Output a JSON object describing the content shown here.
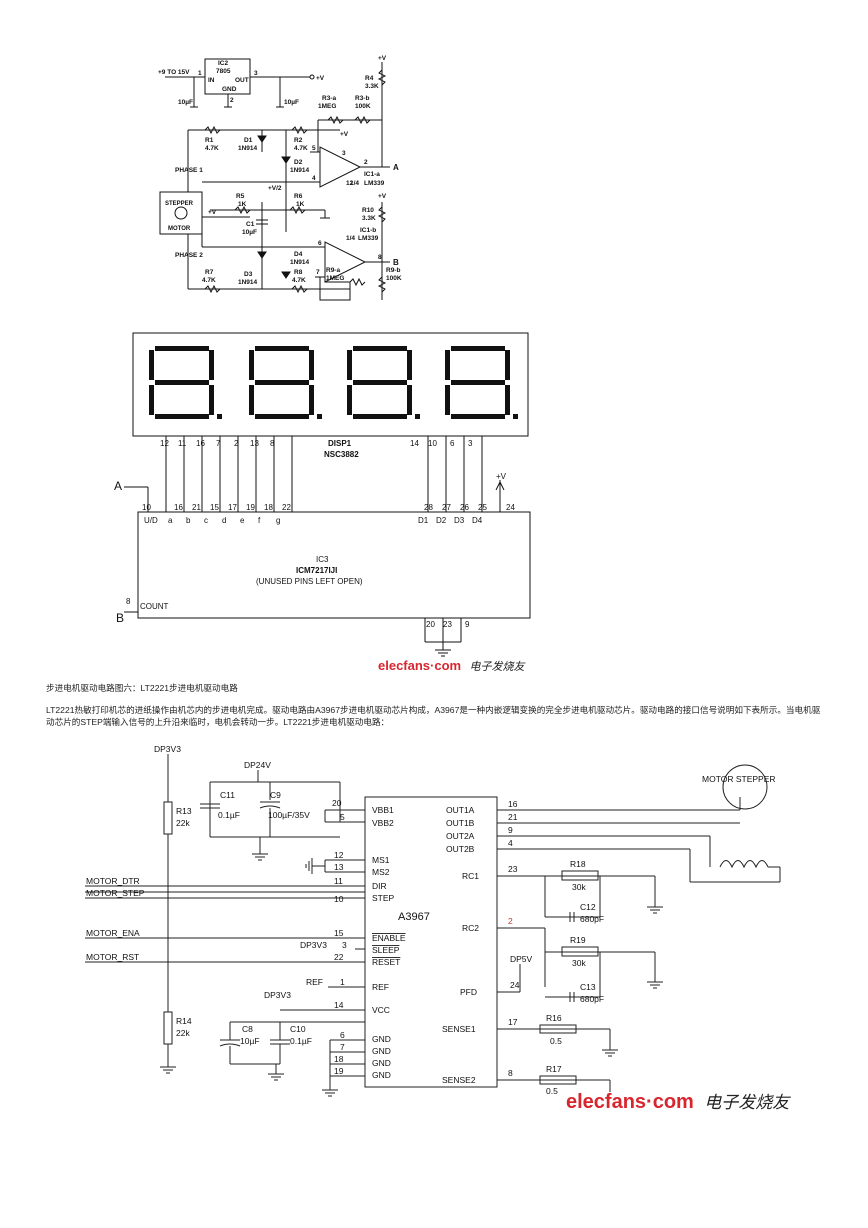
{
  "circuit1": {
    "ic2": "IC2",
    "ic2_part": "7805",
    "pin_in": "IN",
    "pin_out": "OUT",
    "pin_gnd": "GND",
    "pin1": "1",
    "pin2": "2",
    "pin3": "3",
    "supply_in": "+9 TO 15V",
    "supply_out": "+V",
    "cap_in": "10µF",
    "cap_out": "10µF",
    "r4": "R4",
    "r4_val": "3.3K",
    "r3a": "R3-a",
    "r3a_val": "1MEG",
    "r3b": "R3-b",
    "r3b_val": "100K",
    "r1": "R1",
    "r1_val": "4.7K",
    "d1": "D1",
    "d1_part": "1N914",
    "r2": "R2",
    "r2_val": "4.7K",
    "d2": "D2",
    "d2_part": "1N914",
    "phase1": "PHASE 1",
    "half_v": "+V/2",
    "r5": "R5",
    "r5_val": "1K",
    "r6": "R6",
    "r6_val": "1K",
    "motor_top": "STEPPER",
    "motor_bottom": "MOTOR",
    "plus_v": "+V",
    "c1": "C1",
    "c1_val": "10µF",
    "phase2": "PHASE 2",
    "d4": "D4",
    "d4_part": "1N914",
    "r7": "R7",
    "r7_val": "4.7K",
    "d3": "D3",
    "d3_part": "1N914",
    "r8": "R8",
    "r8_val": "4.7K",
    "r9a": "R9-a",
    "r9a_val": "1MEG",
    "r9b": "R9-b",
    "r9b_val": "100K",
    "r10": "R10",
    "r10_val": "3.3K",
    "ic1a": "IC1-a",
    "ic1a_part": "LM339",
    "ic1a_frac": "1/4",
    "ic1b": "IC1-b",
    "ic1b_frac": "1/4",
    "ic1b_part": "LM339",
    "out_a": "A",
    "out_b": "B",
    "pin5": "5",
    "pin4": "4",
    "pin12": "12",
    "pin6": "6",
    "pin7": "7",
    "pin8": "8",
    "pin2b": "2",
    "pin3b": "3"
  },
  "circuit2": {
    "disp": "DISP1",
    "disp_part": "NSC3882",
    "ic3": "IC3",
    "ic3_part": "ICM7217IJI",
    "ic3_note": "(UNUSED PINS LEFT OPEN)",
    "top_pins": [
      "12",
      "11",
      "16",
      "7",
      "2",
      "13",
      "8"
    ],
    "top_pins_right": [
      "14",
      "10",
      "6",
      "3"
    ],
    "bottom_pins": [
      "10",
      "16",
      "21",
      "15",
      "17",
      "19",
      "18",
      "22"
    ],
    "bottom_pins_right": [
      "28",
      "27",
      "26",
      "25",
      "24"
    ],
    "pin_labels": [
      "U/D",
      "a",
      "b",
      "c",
      "d",
      "e",
      "f",
      "g"
    ],
    "pin_labels_right": [
      "D1",
      "D2",
      "D3",
      "D4"
    ],
    "input_a": "A",
    "input_b": "B",
    "count": "COUNT",
    "count_pin": "8",
    "plus_v": "+V",
    "gnd_pins": [
      "20",
      "23",
      "9"
    ]
  },
  "watermark1": {
    "brand": "elecfans·com",
    "cn": "电子发烧友"
  },
  "caption": {
    "title": "步进电机驱动电路图六：LT2221步进电机驱动电路",
    "body": "LT2221热敏打印机芯的进纸操作由机芯内的步进电机完成。驱动电路由A3967步进电机驱动芯片构成，A3967是一种内嵌逻辑变换的完全步进电机驱动芯片。驱动电路的接口信号说明如下表所示。当电机驱动芯片的STEP端输入信号的上升沿来临时，电机会转动一步。LT2221步进电机驱动电路："
  },
  "circuit3": {
    "chip": "A3967",
    "dp3v3_top": "DP3V3",
    "dp24v": "DP24V",
    "r13": "R13",
    "r13_val": "22k",
    "c11": "C11",
    "c11_val": "0.1µF",
    "c9": "C9",
    "c9_val": "100µF/35V",
    "motor": "MOTOR STEPPER",
    "left_pins": [
      "VBB1",
      "VBB2",
      "MS1",
      "MS2",
      "DIR",
      "STEP",
      "ENABLE",
      "SLEEP",
      "RESET",
      "REF",
      "VCC",
      "GND",
      "GND",
      "GND",
      "GND"
    ],
    "left_nums": [
      "20",
      "5",
      "12",
      "13",
      "11",
      "10",
      "15",
      "3",
      "22",
      "1",
      "14",
      "6",
      "7",
      "18",
      "19"
    ],
    "right_pins": [
      "OUT1A",
      "OUT1B",
      "OUT2A",
      "OUT2B",
      "RC1",
      "RC2",
      "PFD",
      "SENSE1",
      "SENSE2"
    ],
    "right_nums": [
      "16",
      "21",
      "9",
      "4",
      "23",
      "2",
      "24",
      "17",
      "8"
    ],
    "sig_dtr": "MOTOR_DTR",
    "sig_step": "MOTOR_STEP",
    "sig_ena": "MOTOR_ENA",
    "sig_rst": "MOTOR_RST",
    "sleep_src": "DP3V3",
    "ref_src": "REF",
    "dp3v3_mid": "DP3V3",
    "r14": "R14",
    "r14_val": "22k",
    "c8": "C8",
    "c8_val": "10µF",
    "c10": "C10",
    "c10_val": "0.1µF",
    "r18": "R18",
    "r18_val": "30k",
    "c12": "C12",
    "c12_val": "680pF",
    "r19": "R19",
    "r19_val": "30k",
    "c13": "C13",
    "c13_val": "680pF",
    "dp5v": "DP5V",
    "r16": "R16",
    "r16_val": "0.5",
    "r17": "R17",
    "r17_val": "0.5"
  },
  "watermark2": {
    "brand": "elecfans·com",
    "cn": "电子发烧友"
  }
}
